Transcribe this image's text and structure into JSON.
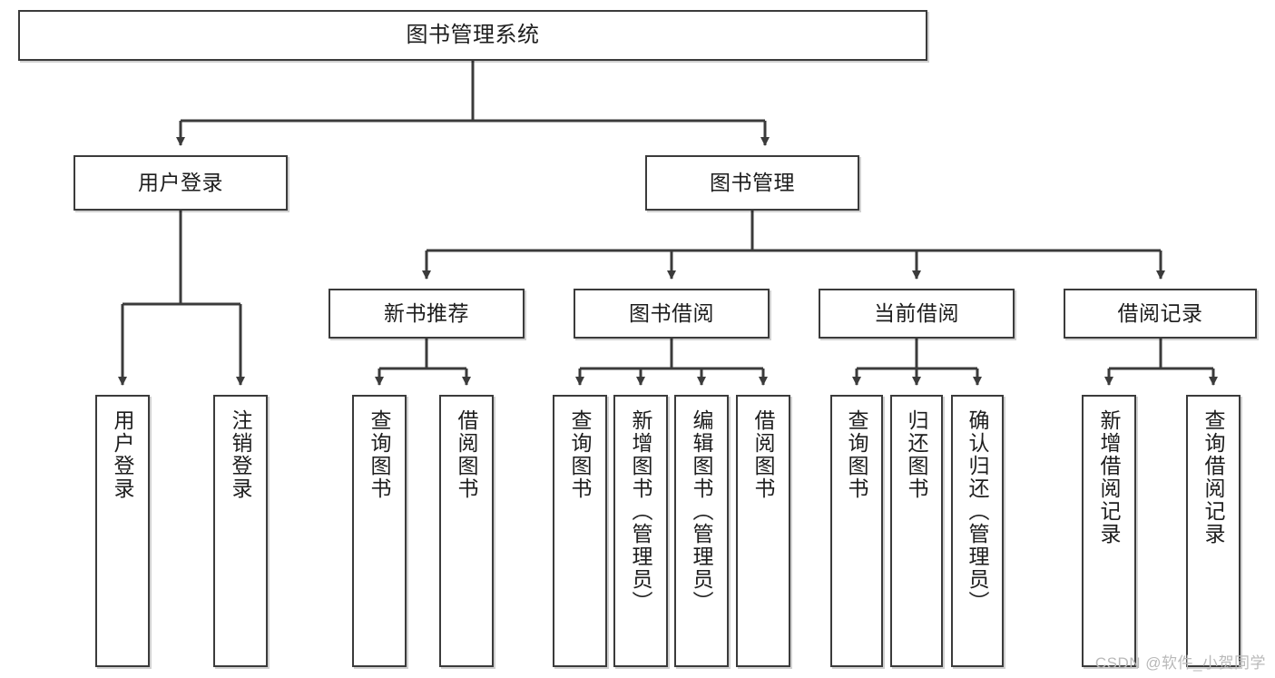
{
  "diagram": {
    "title": "图书管理系统",
    "type": "hierarchy-tree",
    "watermark": "CSDN @软件_小贺同学",
    "colors": {
      "node_border": "#3b3b3b",
      "node_fill": "#ffffff",
      "edge": "#3b3b3b",
      "text": "#1d1d1d",
      "watermark": "#b9b9b9"
    },
    "levels": {
      "root": [
        "图书管理系统"
      ],
      "level2": [
        "用户登录",
        "图书管理"
      ],
      "level3": [
        "新书推荐",
        "图书借阅",
        "当前借阅",
        "借阅记录"
      ],
      "leaves": [
        "用户登录",
        "注销登录",
        "查询图书",
        "借阅图书",
        "查询图书",
        "新增图书（管理员）",
        "编辑图书（管理员）",
        "借阅图书",
        "查询图书",
        "归还图书",
        "确认归还（管理员）",
        "新增借阅记录",
        "查询借阅记录"
      ]
    },
    "nodes": {
      "root": {
        "label": "图书管理系统"
      },
      "user_login": {
        "label": "用户登录"
      },
      "book_manage": {
        "label": "图书管理"
      },
      "new_book_rec": {
        "label": "新书推荐"
      },
      "book_borrow": {
        "label": "图书借阅"
      },
      "current_borrow": {
        "label": "当前借阅"
      },
      "borrow_record": {
        "label": "借阅记录"
      },
      "leaf_user_login": {
        "label": "用户登录"
      },
      "leaf_logout": {
        "label": "注销登录"
      },
      "leaf_query_book_a": {
        "label": "查询图书"
      },
      "leaf_borrow_book_a": {
        "label": "借阅图书"
      },
      "leaf_query_book_b": {
        "label": "查询图书"
      },
      "leaf_add_book": {
        "label": "新增图书（管理员）"
      },
      "leaf_edit_book": {
        "label": "编辑图书（管理员）"
      },
      "leaf_borrow_book_b": {
        "label": "借阅图书"
      },
      "leaf_query_book_c": {
        "label": "查询图书"
      },
      "leaf_return_book": {
        "label": "归还图书"
      },
      "leaf_confirm_return": {
        "label": "确认归还（管理员）"
      },
      "leaf_add_record": {
        "label": "新增借阅记录"
      },
      "leaf_query_record": {
        "label": "查询借阅记录"
      }
    }
  }
}
